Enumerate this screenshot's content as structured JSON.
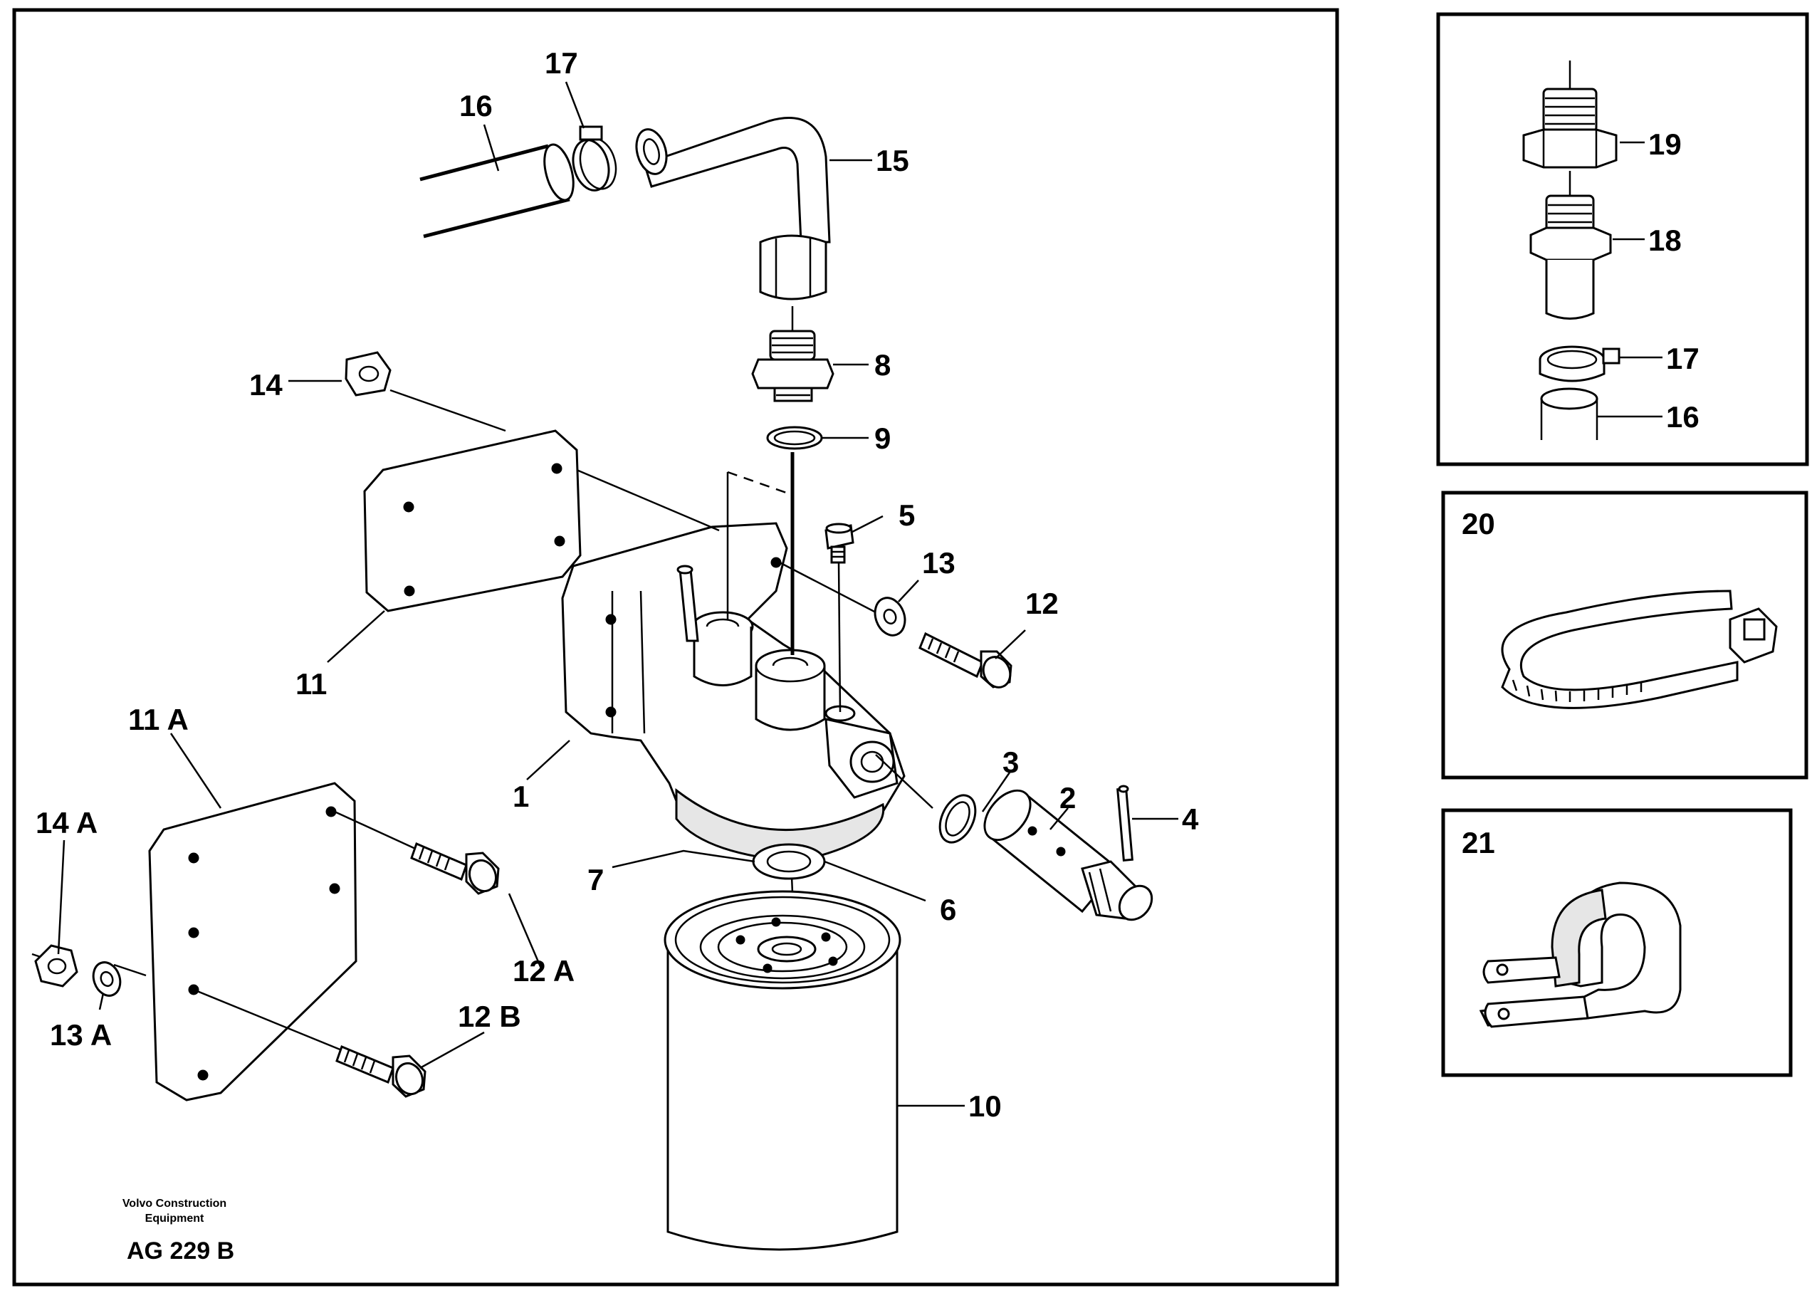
{
  "labels": {
    "p1": "1",
    "p2": "2",
    "p3": "3",
    "p4": "4",
    "p5": "5",
    "p6": "6",
    "p7": "7",
    "p8": "8",
    "p9": "9",
    "p10": "10",
    "p11": "11",
    "p11a": "11 A",
    "p12": "12",
    "p12a": "12 A",
    "p12b": "12 B",
    "p13": "13",
    "p13a": "13 A",
    "p14": "14",
    "p14a": "14 A",
    "p15": "15",
    "p16": "16",
    "p17": "17",
    "p16b": "16",
    "p17b": "17",
    "p18": "18",
    "p19": "19",
    "p20": "20",
    "p21": "21"
  },
  "footer": {
    "company_line1": "Volvo Construction",
    "company_line2": "Equipment",
    "drawing_code": "AG 229 B"
  }
}
